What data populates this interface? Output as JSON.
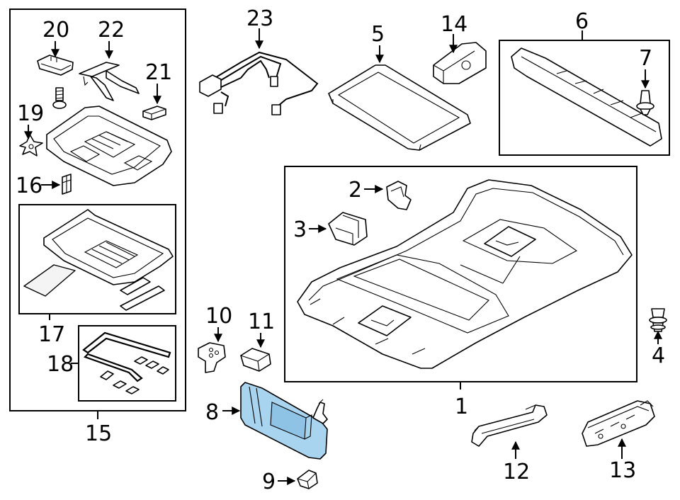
{
  "diagram": {
    "callouts": {
      "c1": "1",
      "c2": "2",
      "c3": "3",
      "c4": "4",
      "c5": "5",
      "c6": "6",
      "c7": "7",
      "c8": "8",
      "c9": "9",
      "c10": "10",
      "c11": "11",
      "c12": "12",
      "c13": "13",
      "c14": "14",
      "c15": "15",
      "c16": "16",
      "c17": "17",
      "c18": "18",
      "c19": "19",
      "c20": "20",
      "c21": "21",
      "c22": "22",
      "c23": "23"
    },
    "colors": {
      "highlight_fill": "#a9d4ef",
      "line": "#000000",
      "background": "#ffffff"
    }
  }
}
